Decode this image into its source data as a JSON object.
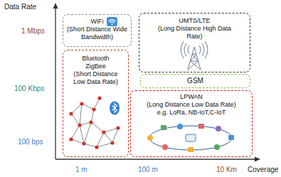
{
  "diagram": {
    "nodes": [
      {
        "text": [
          "WiFi",
          "(Short Distance Wide Bandwidth)"
        ]
      },
      {
        "text": [
          "UMTS/LTE",
          "(Long Distance High Data Rate)"
        ]
      },
      {
        "text": [
          "GSM"
        ]
      },
      {
        "text": [
          "Bluetooth ZigBee",
          "(Short Distance Low Data Rate)"
        ]
      },
      {
        "text": [
          "LPWAN",
          "(Long Distance Low Data Rate)",
          "e.g. LoRa, NB-IoT,C-IoT"
        ]
      }
    ],
    "labels": [
      "Data Rate",
      "1 Mbps",
      "100 Kbps",
      "100 bps",
      "1 m",
      "100 m",
      "10 Km",
      "Coverage"
    ]
  }
}
